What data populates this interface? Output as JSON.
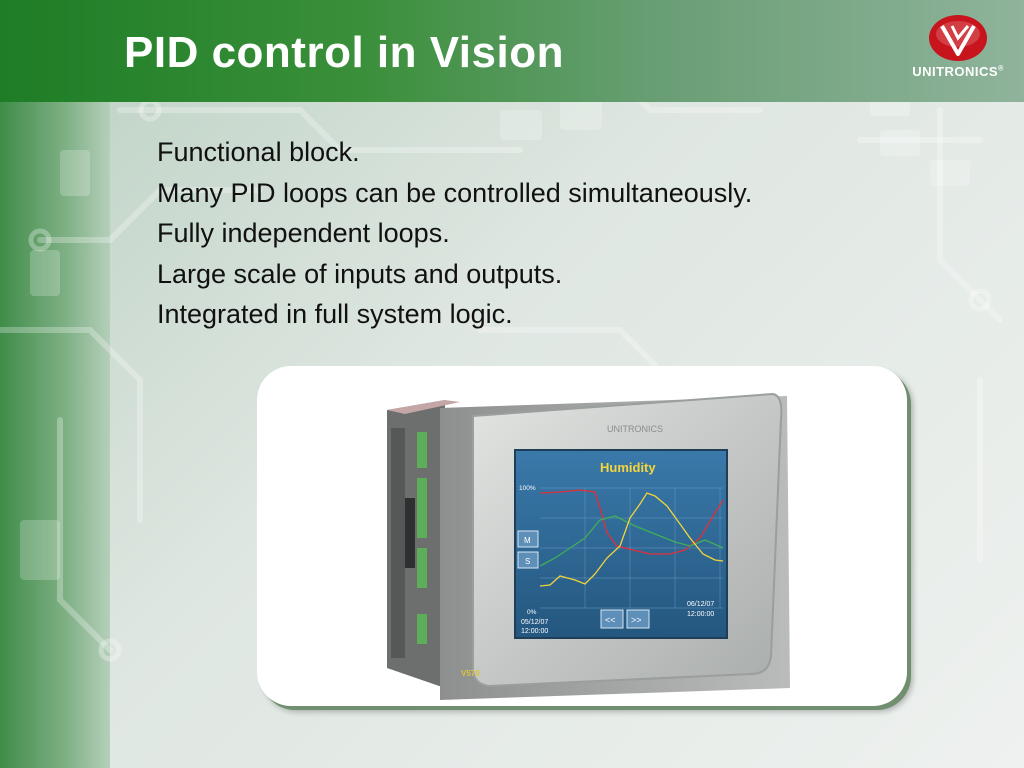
{
  "slide": {
    "title": "PID control in Vision",
    "bullets": [
      "Functional block.",
      "Many PID loops can be controlled simultaneously.",
      "Fully independent loops.",
      "Large scale of inputs and outputs.",
      "Integrated in full system logic."
    ]
  },
  "logo": {
    "brand": "UNITRONICS",
    "registered_mark": "®",
    "icon": "unitronics-v-logo"
  },
  "device_image": {
    "model_label": "V570",
    "bezel_brand": "UNITRONICS",
    "screen": {
      "title": "Humidity",
      "y_max_label": "100%",
      "y_min_label": "0%",
      "button_m": "M",
      "button_s": "S",
      "start_date": "05/12/07",
      "start_time": "12:00:00",
      "end_date": "06/12/07",
      "end_time": "12:00:00",
      "prev_button": "<<",
      "next_button": ">>"
    }
  },
  "colors": {
    "title_bar": "#2a862f",
    "logo_red": "#c8141c",
    "screen_bg": "#2f6b9a",
    "trend_red": "#e0303a",
    "trend_green": "#3fae5a",
    "trend_yellow": "#f2d43a"
  }
}
